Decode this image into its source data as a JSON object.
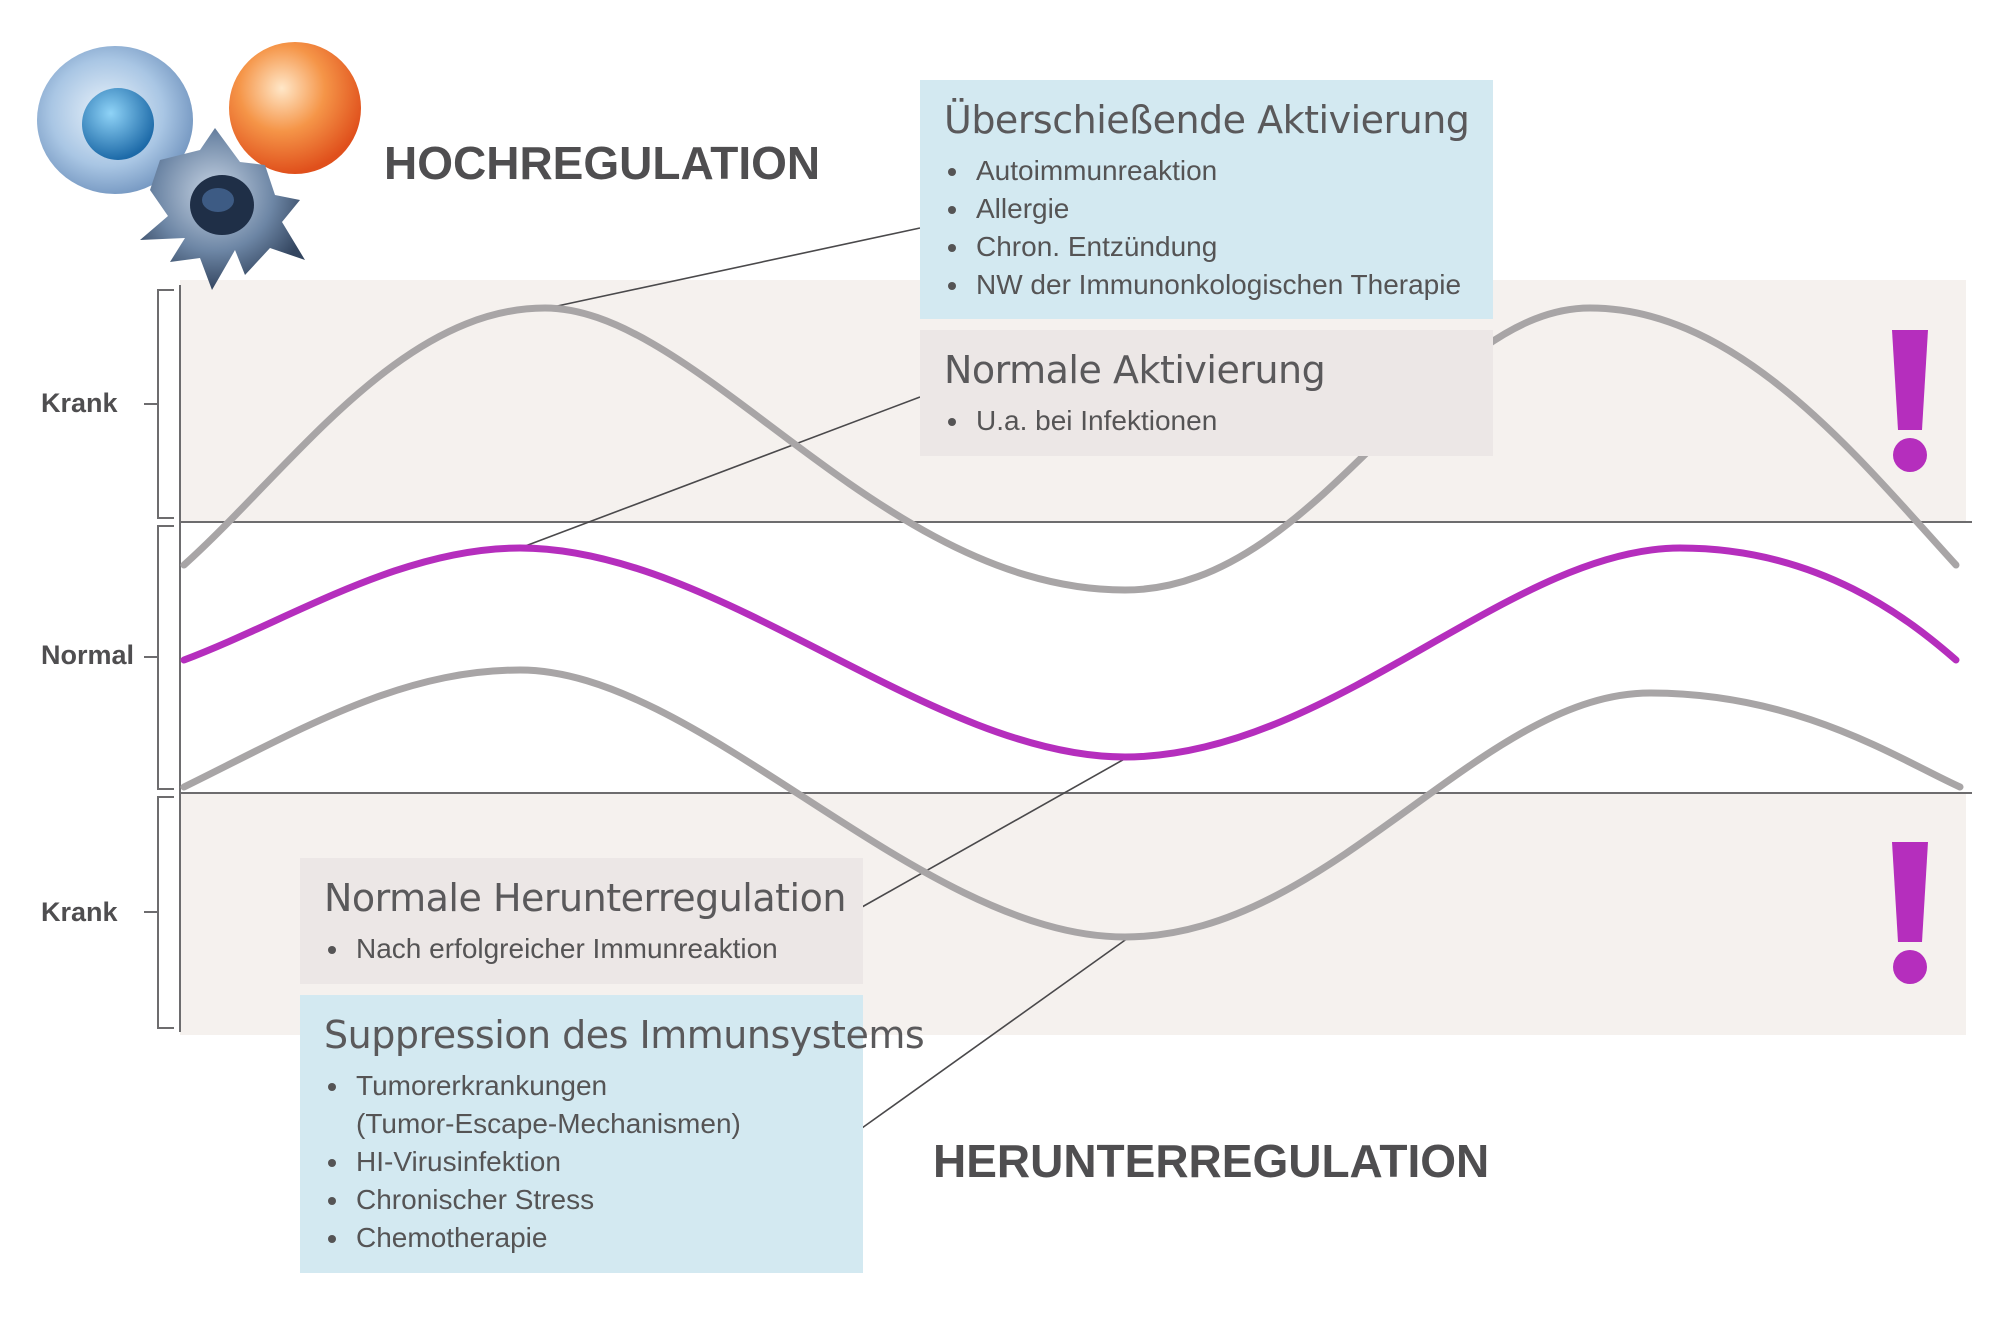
{
  "titles": {
    "top": "HOCHREGULATION",
    "bottom": "HERUNTERREGULATION"
  },
  "levels": {
    "upper": "Krank",
    "middle": "Normal",
    "lower": "Krank"
  },
  "boxes": {
    "overactivation": {
      "title": "Überschießende Aktivierung",
      "items": [
        "Autoimmunreaktion",
        "Allergie",
        "Chron. Entzündung",
        "NW der Immunonkologischen Therapie"
      ]
    },
    "normal_activation": {
      "title": "Normale Aktivierung",
      "items": [
        "U.a. bei Infektionen"
      ]
    },
    "normal_downregulation": {
      "title": "Normale Herunterregulation",
      "items": [
        "Nach erfolgreicher Immunreaktion"
      ]
    },
    "suppression": {
      "title": "Suppression des Immunsystems",
      "items": [
        "Tumorerkrankungen",
        "(Tumor-Escape-Mechanismen)",
        "HI-Virusinfektion",
        "Chronischer Stress",
        "Chemotherapie"
      ]
    }
  },
  "colors": {
    "accent": "#b52ebd",
    "curve_grey": "#a8a5a6",
    "band_bg": "#f5f1ee",
    "box_blue": "#d3e9f1",
    "box_grey": "#ece7e6",
    "text": "#555455"
  },
  "icons": {
    "cells": "immune-cells-illustration",
    "warning": "exclamation-mark-icon"
  }
}
